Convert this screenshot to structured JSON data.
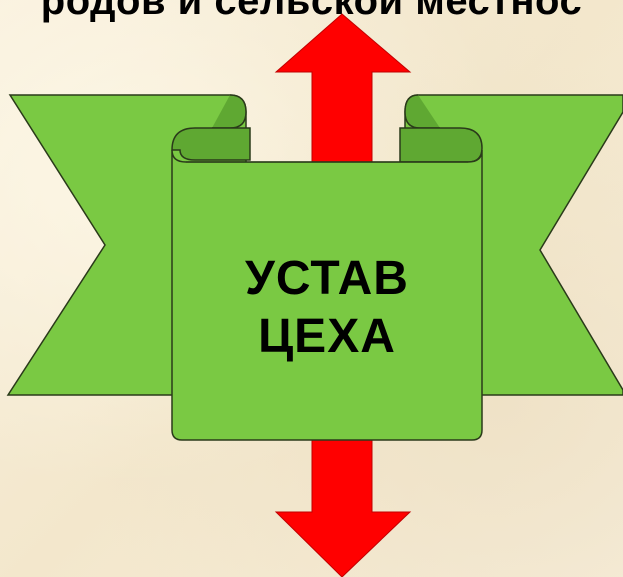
{
  "header": {
    "partial_text": "родов и сельской местнос"
  },
  "scroll": {
    "line1": "УСТАВ",
    "line2": "ЦЕХА"
  },
  "colors": {
    "background": "#f7eedb",
    "ribbon_green": "#7ac943",
    "ribbon_dark_green": "#5fa832",
    "arrow_red": "#ff0000",
    "outline": "#2a3a1a"
  },
  "icons": {
    "up_arrow": "arrow-up-icon",
    "down_arrow": "arrow-down-icon"
  }
}
